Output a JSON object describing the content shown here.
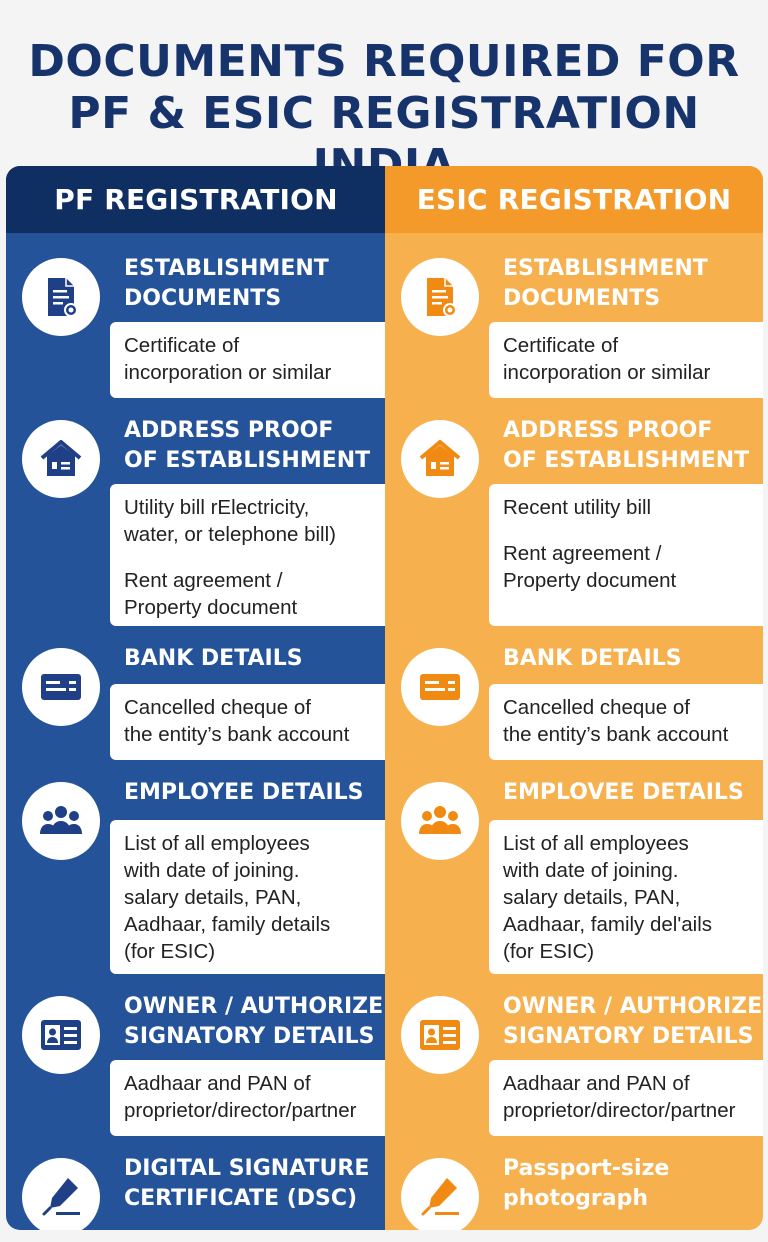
{
  "title": {
    "line1": "DOCUMENTS REQUIRED FOR",
    "line2": "PF & ESIC REGISTRATION INDIA"
  },
  "colors": {
    "pf_header": "#0f2f63",
    "pf_body": "#245399",
    "esic_header": "#f39a2b",
    "esic_body": "#f7b04e"
  },
  "pf": {
    "header": "PF REGISTRATION",
    "sections": [
      {
        "icon": "document-certificate-icon",
        "title1": "ESTABLISHMENT",
        "title2": "DOCUMENTS",
        "items": [
          "Certificate of\nincorporation or similar"
        ]
      },
      {
        "icon": "house-icon",
        "title1": "ADDRESS PROOF",
        "title2": "OF ESTABLISHMENT",
        "items": [
          "Utility bill rElectricity,\nwater, or telephone bill)",
          "Rent agreement /\nProperty document"
        ]
      },
      {
        "icon": "cheque-icon",
        "title1": "BANK DETAILS",
        "title2": "",
        "items": [
          "Cancelled cheque of\nthe entity’s bank account"
        ]
      },
      {
        "icon": "people-group-icon",
        "title1": "EMPLOYEE DETAILS",
        "title2": "",
        "items": [
          "List of all employees\nwith date of joining.\nsalary details, PAN,\nAadhaar, family details\n(for ESIC)"
        ]
      },
      {
        "icon": "id-card-icon",
        "title1": "OWNER / AUTHORIZED",
        "title2": "SIGNATORY DETAILS",
        "items": [
          "Aadhaar and PAN of\nproprietor/director/partner"
        ]
      },
      {
        "icon": "pen-signature-icon",
        "title1": "DIGITAL SIGNATURE",
        "title2": "CERTIFICATE (DSC)",
        "items": []
      }
    ]
  },
  "esic": {
    "header": "ESIC REGISTRATION",
    "sections": [
      {
        "icon": "document-certificate-icon",
        "title1": "ESTABLISHMENT",
        "title2": "DOCUMENTS",
        "items": [
          "Certificate of\nincorporation or similar"
        ]
      },
      {
        "icon": "house-icon",
        "title1": "ADDRESS PROOF",
        "title2": "OF ESTABLISHMENT",
        "items": [
          "Recent utility bill",
          "Rent agreement /\nProperty document"
        ]
      },
      {
        "icon": "cheque-icon",
        "title1": "BANK DETAILS",
        "title2": "",
        "items": [
          "Cancelled cheque of\nthe entity’s bank account"
        ]
      },
      {
        "icon": "people-group-icon",
        "title1": "EMPLOVEE DETAILS",
        "title2": "",
        "items": [
          "List of all employees\nwith date of joining.\nsalary details, PAN,\nAadhaar, family del'ails\n(for ESIC)"
        ]
      },
      {
        "icon": "id-card-icon",
        "title1": "OWNER / AUTHORIZED",
        "title2": "SIGNATORY DETAILS",
        "items": [
          "Aadhaar and PAN of\nproprietor/director/partner"
        ]
      },
      {
        "icon": "pen-signature-icon",
        "title1": "Passport-size",
        "title2": "photograph",
        "items": []
      }
    ]
  }
}
